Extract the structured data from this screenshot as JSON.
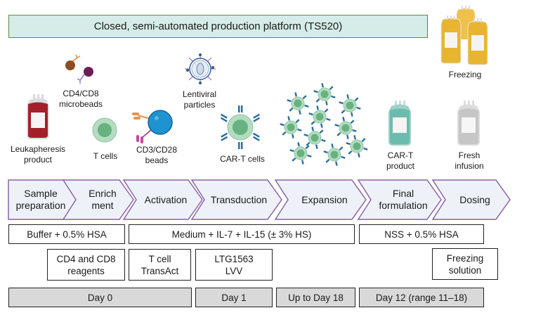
{
  "platform": {
    "label": "Closed, semi-automated production platform (TS520)"
  },
  "illustrations": {
    "leukapheresis": "Leukapheresis product",
    "microbeads": "CD4/CD8 microbeads",
    "tcells": "T cells",
    "beads": "CD3/CD28 beads",
    "lentiviral": "Lentiviral particles",
    "cart_cells": "CAR-T cells",
    "cart_product": "CAR-T product",
    "freezing": "Freezing",
    "fresh": "Fresh infusion"
  },
  "steps": [
    {
      "label": "Sample preparation"
    },
    {
      "label": "Enrich ment"
    },
    {
      "label": "Activation"
    },
    {
      "label": "Transduction"
    },
    {
      "label": "Expansion"
    },
    {
      "label": "Final formulation"
    },
    {
      "label": "Dosing"
    }
  ],
  "media": [
    {
      "label": "Buffer + 0.5% HSA"
    },
    {
      "label": "Medium + IL-7 + IL-15 (± 3% HS)"
    },
    {
      "label": "NSS + 0.5% HSA"
    }
  ],
  "reagents": [
    {
      "label": "CD4 and CD8 reagents"
    },
    {
      "label": "T cell TransAct"
    },
    {
      "label": "LTG1563 LVV"
    },
    {
      "label": "Freezing solution"
    }
  ],
  "days": [
    {
      "label": "Day 0"
    },
    {
      "label": "Day 1"
    },
    {
      "label": "Up to Day 18"
    },
    {
      "label": "Day 12 (range 11–18)"
    }
  ],
  "colors": {
    "chevron_fill": "#eef2f8",
    "chevron_stroke": "#8a63a8",
    "platform_fill": "#d5ece8",
    "platform_border": "#5c8a3c",
    "day_fill": "#d9d9d9"
  }
}
